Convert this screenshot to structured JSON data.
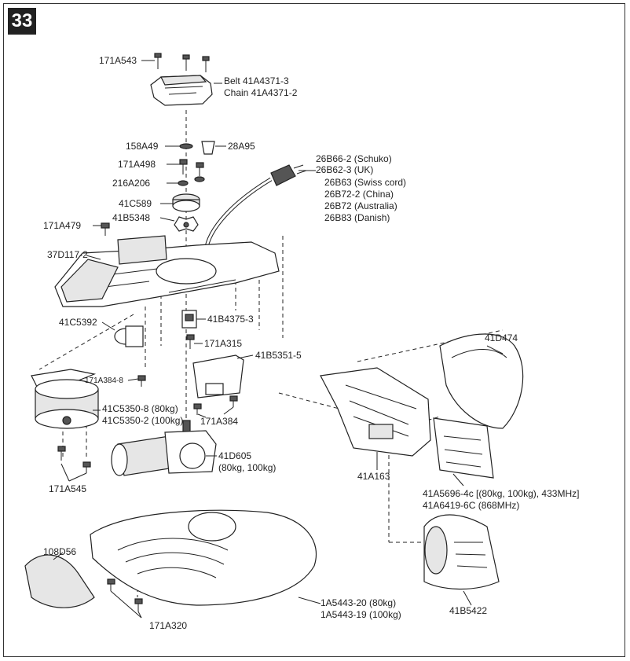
{
  "step_number": "33",
  "labels": {
    "l_171A543": "171A543",
    "l_belt": "Belt 41A4371-3",
    "l_chain": "Chain 41A4371-2",
    "l_158A49": "158A49",
    "l_28A95": "28A95",
    "l_171A498": "171A498",
    "l_216A206": "216A206",
    "l_41C589": "41C589",
    "l_41B5348": "41B5348",
    "l_171A479": "171A479",
    "l_37D117": "37D117-2",
    "l_26B66": "26B66-2 (Schuko)",
    "l_26B62": "26B62-3 (UK)",
    "l_26B63": "26B63 (Swiss cord)",
    "l_26B72_2": "26B72-2 (China)",
    "l_26B72": "26B72 (Australia)",
    "l_26B83": "26B83 (Danish)",
    "l_41C5392": "41C5392",
    "l_41B4375": "41B4375-3",
    "l_171A315": "171A315",
    "l_41B5351": "41B5351-5",
    "l_171A384_8": "171A384-8",
    "l_41C5350_8": "41C5350-8 (80kg)",
    "l_41C5350_2": "41C5350-2 (100kg)",
    "l_171A384": "171A384",
    "l_41D605": "41D605",
    "l_41D605_sub": "(80kg, 100kg)",
    "l_171A545": "171A545",
    "l_41D474": "41D474",
    "l_41A163": "41A163",
    "l_41A5696": "41A5696-4c [(80kg, 100kg), 433MHz]",
    "l_41A6419": "41A6419-6C (868MHz)",
    "l_108D56": "108D56",
    "l_171A320": "171A320",
    "l_1A5443_20": "1A5443-20 (80kg)",
    "l_1A5443_19": "1A5443-19 (100kg)",
    "l_41B5422": "41B5422"
  }
}
